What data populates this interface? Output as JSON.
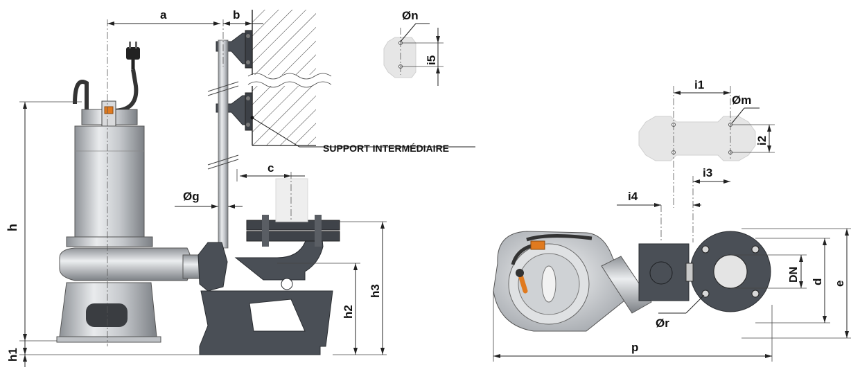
{
  "labels": {
    "a": "a",
    "b": "b",
    "c": "c",
    "d": "d",
    "e": "e",
    "h": "h",
    "h1": "h1",
    "h2": "h2",
    "h3": "h3",
    "p": "p",
    "g": "Øg",
    "m": "Øm",
    "n": "Øn",
    "r": "Ør",
    "i1": "i1",
    "i2": "i2",
    "i3": "i3",
    "i4": "i4",
    "i5": "i5",
    "dn": "DN",
    "support": "SUPPORT INTERMÉDIAIRE"
  },
  "colors": {
    "cast_iron": "#4a4f56",
    "steel": "#b9bcc0",
    "cable_orange": "#e07a1f",
    "wall_hatch": "#333333",
    "template": "#e6e6e6"
  }
}
